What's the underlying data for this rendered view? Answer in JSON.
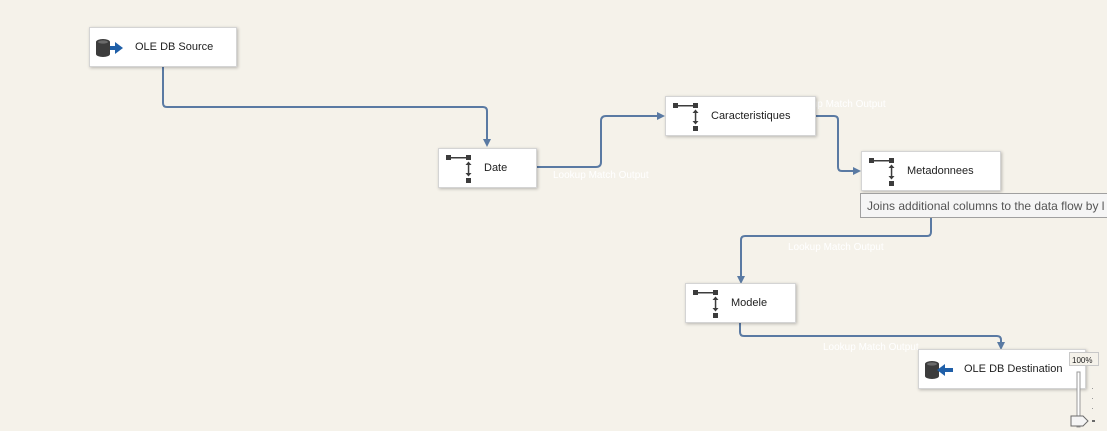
{
  "nodes": {
    "ole_db_source": {
      "label": "OLE DB Source",
      "icon": "source-database-icon"
    },
    "date": {
      "label": "Date",
      "icon": "lookup-icon"
    },
    "caracteristiques": {
      "label": "Caracteristiques",
      "icon": "lookup-icon"
    },
    "metadonnees": {
      "label": "Metadonnees",
      "icon": "lookup-icon"
    },
    "modele": {
      "label": "Modele",
      "icon": "lookup-icon"
    },
    "ole_db_destination": {
      "label": "OLE DB Destination",
      "icon": "destination-database-icon"
    }
  },
  "path_labels": {
    "date_to_caracteristiques": "Lookup Match Output",
    "caracteristiques_to_metadonnees": "Lookup Match Output",
    "metadonnees_to_modele": "Lookup Match Output",
    "modele_to_destination": "Lookup Match Output"
  },
  "tooltip": {
    "text": "Joins additional columns to the data flow by l"
  },
  "zoom": {
    "level": "100%"
  },
  "colors": {
    "canvas_background": "#f5f2ea",
    "connector": "#5a7aa3",
    "source_arrow": "#1f5fa8",
    "icon_dark": "#3c3c3c"
  }
}
